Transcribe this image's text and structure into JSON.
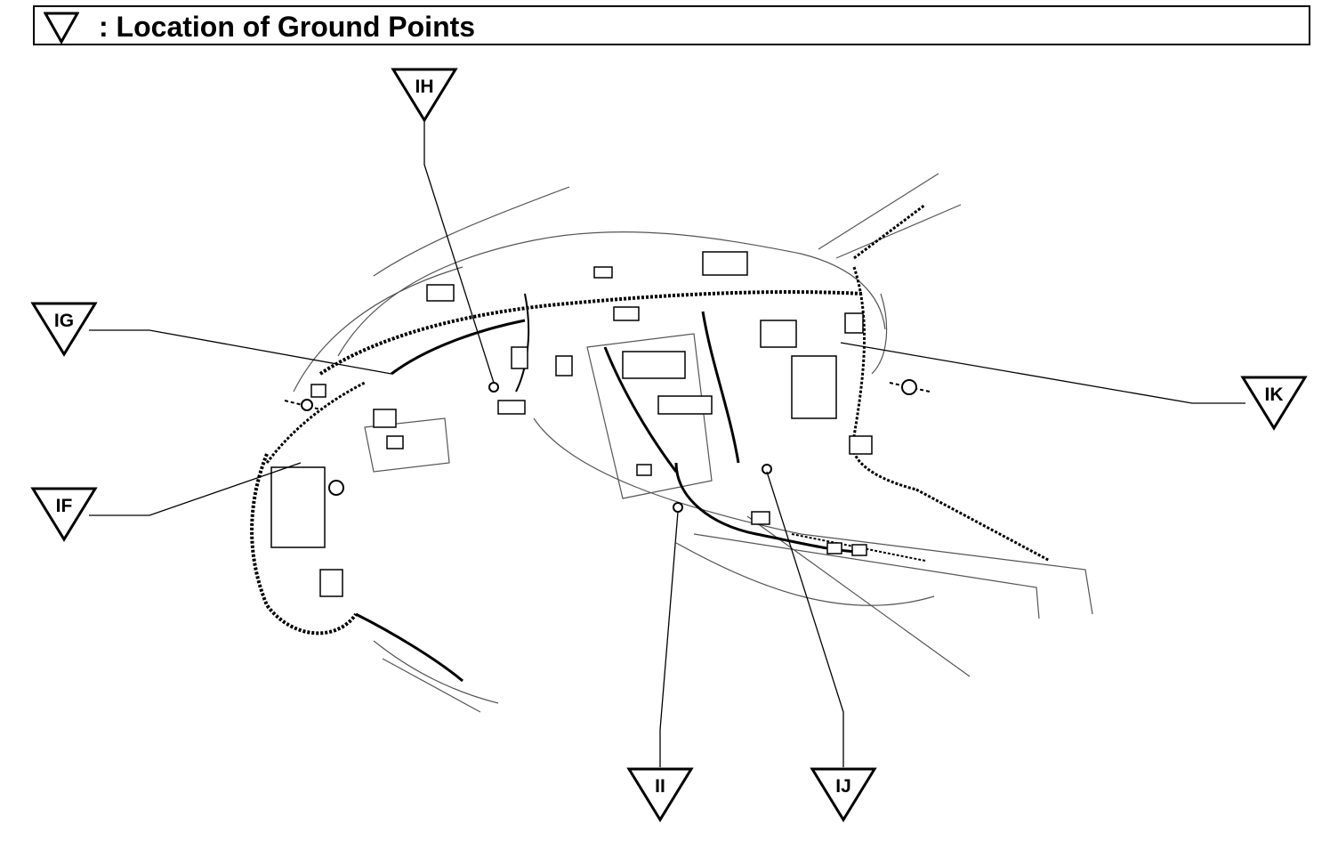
{
  "header": {
    "title": ": Location of Ground Points",
    "icon": "ground-point-triangle-icon"
  },
  "ground_points": [
    {
      "id": "IF",
      "label": "IF"
    },
    {
      "id": "IG",
      "label": "IG"
    },
    {
      "id": "IH",
      "label": "IH"
    },
    {
      "id": "II",
      "label": "II"
    },
    {
      "id": "IJ",
      "label": "IJ"
    },
    {
      "id": "IK",
      "label": "IK"
    }
  ],
  "colors": {
    "line": "#000000",
    "background": "#ffffff"
  }
}
